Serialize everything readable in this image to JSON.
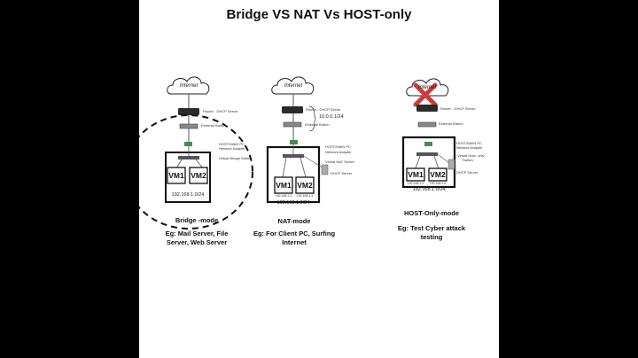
{
  "title": "Bridge VS NAT Vs HOST-only",
  "bridge": {
    "internet": "Internet",
    "router": "Router - DHCP Server",
    "switch": "External Switch",
    "host": "HOST/MAIN PC",
    "adapter": "Network Adapter",
    "vswitch": "Virtual Bridge Switch",
    "vm1": "VM1",
    "vm2": "VM2",
    "subnet": "192.168.1.0/24",
    "mode": "Bridge -mode",
    "eg": "Eg: Mail Server, File",
    "eg2": "Server, Web Server"
  },
  "nat": {
    "internet": "Internet",
    "router": "Router - DHCP Server",
    "switch": "External Switch",
    "ext_subnet": "10.0.0.1/24",
    "host": "HOST/MAIN PC",
    "adapter": "Network Adapter",
    "vswitch": "Virtual NAT Switch",
    "dhcp": "DHCP Server",
    "vm1": "VM1",
    "vm2": "VM2",
    "vm1_ip": "192.168.1.2",
    "vm2_ip": "192.168.1.3",
    "subnet": "192.168.1.0/24",
    "mode": "NAT-mode",
    "eg": "Eg: For Client PC, Surfing",
    "eg2": "Internet"
  },
  "hostonly": {
    "internet": "Internet",
    "router": "Router - DHCP Server",
    "switch": "External Switch",
    "host": "HOST/MAIN PC",
    "adapter": "Network Adapter",
    "vswitch": "Virtual Host- only",
    "vswitch2": "Switch",
    "dhcp": "DHCP Server",
    "vm1": "VM1",
    "vm2": "VM2",
    "vm1_ip": "192.168.1.4",
    "vm2_ip": "192.168.1.5",
    "subnet": "192.168.1.0/24",
    "mode": "HOST-Only-mode",
    "eg": "Eg: Test Cyber attack",
    "eg2": "testing"
  },
  "colors": {
    "cross": "#d23a3a",
    "device": "#2a2a2a",
    "line": "#555555"
  }
}
